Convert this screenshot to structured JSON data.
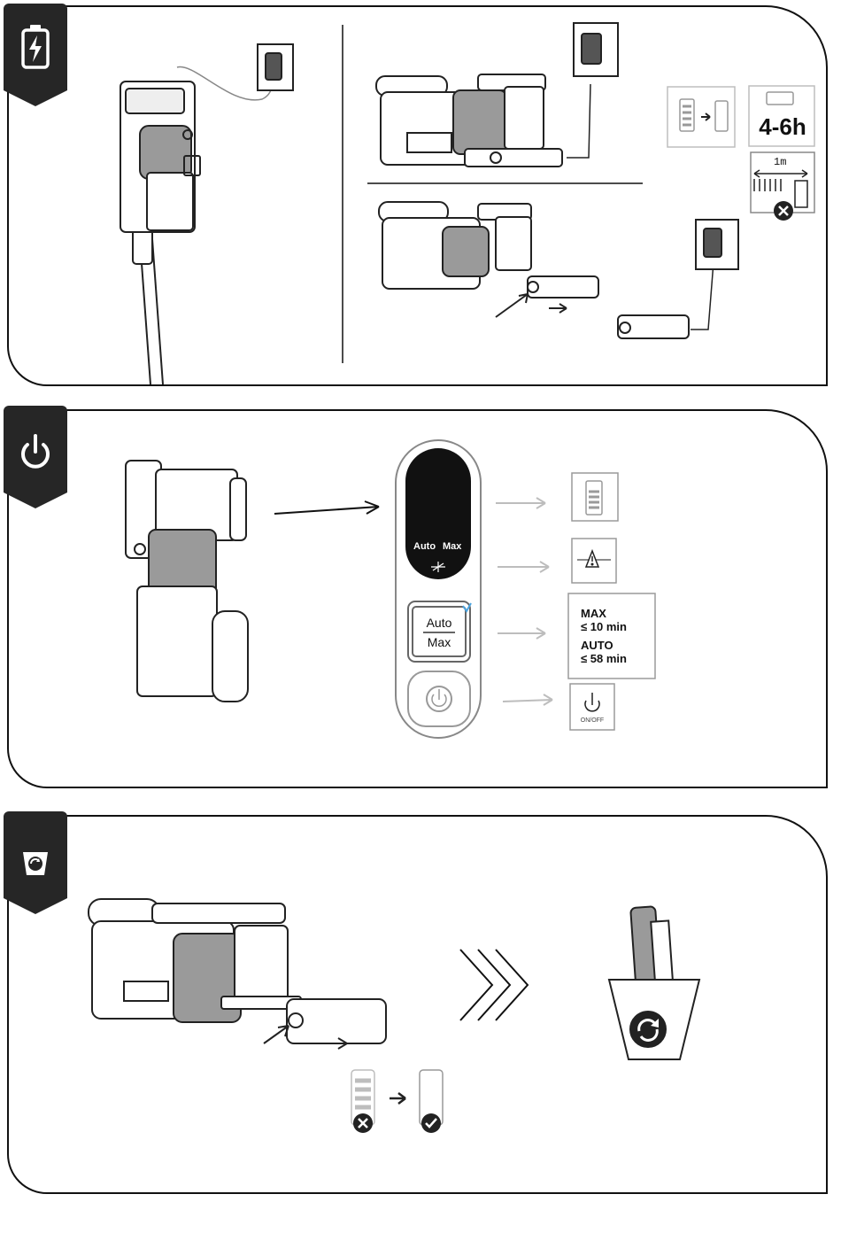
{
  "charge": {
    "time_label": "4-6h",
    "distance_label": "1m"
  },
  "control": {
    "display_auto": "Auto",
    "display_max": "Max",
    "button_auto": "Auto",
    "button_max": "Max",
    "runtime_max_label": "MAX",
    "runtime_max_value": "≤ 10 min",
    "runtime_auto_label": "AUTO",
    "runtime_auto_value": "≤ 58 min",
    "onoff_label": "ON/OFF"
  },
  "icons": {
    "charge_tab": "lightning-icon",
    "power_tab": "power-icon",
    "recycle_tab": "recycle-icon"
  },
  "colors": {
    "tab": "#262626",
    "line": "#111111",
    "light_gray": "#bdbdbd",
    "accent_blue": "#4aa3df"
  }
}
